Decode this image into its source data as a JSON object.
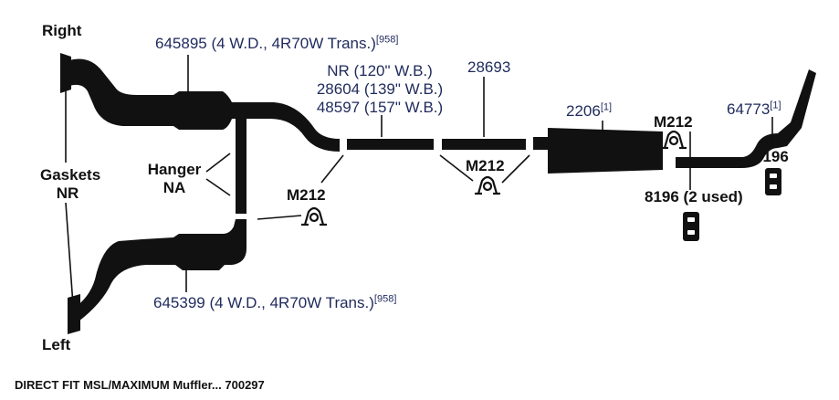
{
  "side_labels": {
    "right": "Right",
    "left": "Left"
  },
  "gaskets": {
    "line1": "Gaskets",
    "line2": "NR"
  },
  "hanger": {
    "line1": "Hanger",
    "line2": "NA"
  },
  "parts": {
    "front_right": {
      "number": "645895",
      "desc": "(4 W.D., 4R70W Trans.)",
      "note": "[958]"
    },
    "front_left": {
      "number": "645399",
      "desc": "(4 W.D., 4R70W Trans.)",
      "note": "[958]"
    },
    "pipe_wheelbase": [
      "NR (120\" W.B.)",
      "28604 (139\" W.B.)",
      "48597 (157\" W.B.)"
    ],
    "mid_pipe": "28693",
    "muffler": {
      "number": "2206",
      "note": "[1]"
    },
    "tailpipe": {
      "number": "64773",
      "note": "[1]"
    },
    "clamp_left": "M212",
    "clamp_mid": "M212",
    "clamp_right": "M212",
    "hanger_upper": "8196",
    "hanger_lower": "8196 (2 used)"
  },
  "footer": "DIRECT FIT MSL/MAXIMUM Muffler... 700297",
  "colors": {
    "pipe": "#111111",
    "part_number": "#1f2a5c",
    "label": "#111111"
  }
}
